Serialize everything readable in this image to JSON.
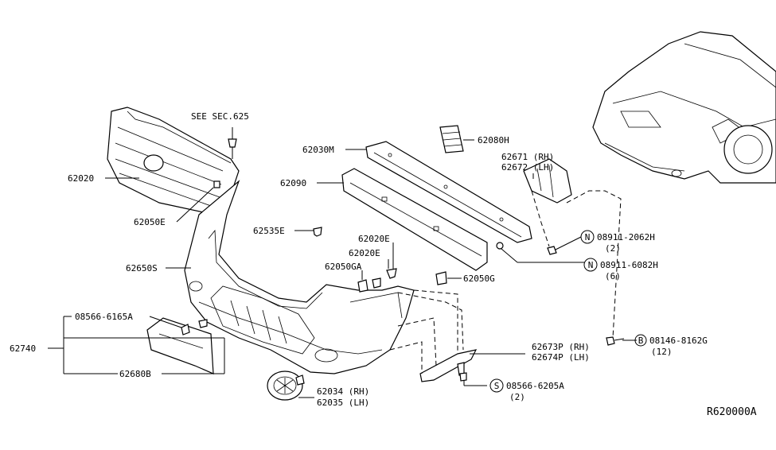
{
  "diagram_id": "R620000A",
  "labels": {
    "see_sec": "SEE SEC.625",
    "p62020": "62020",
    "p62050e": "62050E",
    "p62535e": "62535E",
    "p62650s": "62650S",
    "p08566_6165a": "08566-6165A",
    "p62740": "62740",
    "p62680b": "62680B",
    "p62034": "62034 (RH)",
    "p62035": "62035 (LH)",
    "p62030m": "62030M",
    "p62090": "62090",
    "p62080h": "62080H",
    "p62671": "62671 (RH)",
    "p62672": "62672 (LH)",
    "p08146": "08146-8162G",
    "p08146_qty": "(12)",
    "p08911_2062h": "08911-2062H",
    "p08911_2062h_qty": "(2)",
    "p08911_6082h": "08911-6082H",
    "p08911_6082h_qty": "(6)",
    "p62020e": "62020E",
    "p62020de": "62020E",
    "p62050ga": "62050GA",
    "p62050g": "62050G",
    "p62673p": "62673P (RH)",
    "p62674p": "62674P (LH)",
    "p08566_6205a": "08566-6205A",
    "p08566_6205a_qty": "(2)"
  },
  "circle_marks": {
    "b": "B",
    "n1": "N",
    "n2": "N",
    "s": "S"
  }
}
